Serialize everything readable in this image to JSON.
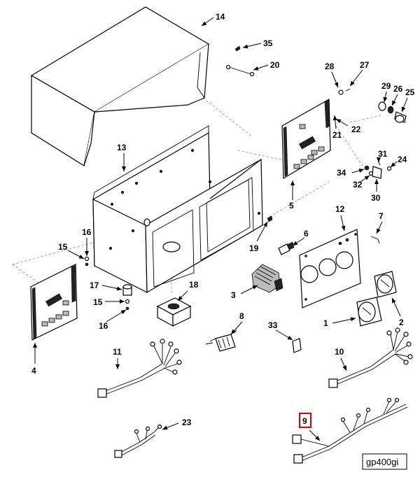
{
  "diagram_tag": "gp400gi",
  "highlighted_part": "9",
  "callouts": [
    "14",
    "35",
    "20",
    "28",
    "27",
    "29",
    "26",
    "25",
    "13",
    "21",
    "22",
    "31",
    "24",
    "34",
    "32",
    "30",
    "5",
    "12",
    "7",
    "6",
    "16",
    "15",
    "19",
    "17",
    "18",
    "3",
    "15",
    "16",
    "4",
    "8",
    "33",
    "1",
    "2",
    "11",
    "10",
    "23",
    "9"
  ],
  "highlight_color": "#e00000"
}
